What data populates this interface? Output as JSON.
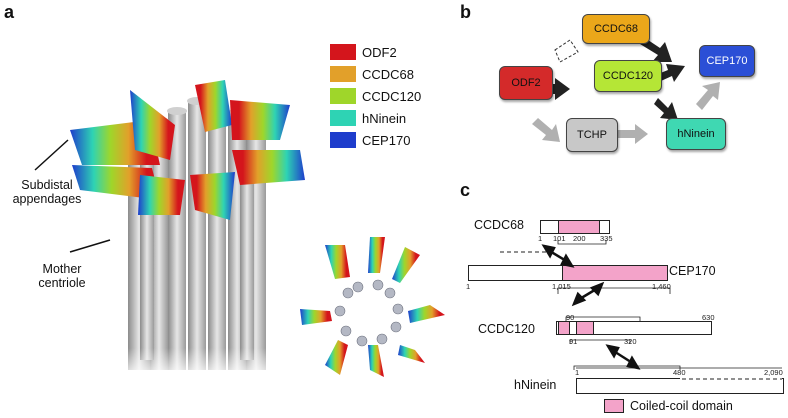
{
  "panels": {
    "a": "a",
    "b": "b",
    "c": "c"
  },
  "panel_a": {
    "legend": [
      {
        "label": "ODF2",
        "color": "#d4151c"
      },
      {
        "label": "CCDC68",
        "color": "#e2a02a"
      },
      {
        "label": "CCDC120",
        "color": "#9fd62a"
      },
      {
        "label": "hNinein",
        "color": "#2ed3b4"
      },
      {
        "label": "CEP170",
        "color": "#1e3dcc"
      }
    ],
    "labels": {
      "subdistal_line1": "Subdistal",
      "subdistal_line2": "appendages",
      "mother_line1": "Mother",
      "mother_line2": "centriole"
    }
  },
  "panel_b": {
    "nodes": {
      "odf2": {
        "label": "ODF2",
        "color": "#d42a2a"
      },
      "ccdc68": {
        "label": "CCDC68",
        "color": "#eba71a"
      },
      "ccdc120": {
        "label": "CCDC120",
        "color": "#b5e636"
      },
      "cep170": {
        "label": "CEP170",
        "color": "#2b4fd6"
      },
      "tchp": {
        "label": "TCHP",
        "color": "#c8c8c8"
      },
      "hninein": {
        "label": "hNinein",
        "color": "#3fd8b2"
      }
    }
  },
  "panel_c": {
    "proteins": {
      "ccdc68": "CCDC68",
      "cep170": "CEP170",
      "ccdc120": "CCDC120",
      "hninein": "hNinein"
    },
    "ticks": {
      "ccdc68": [
        "1",
        "101",
        "200",
        "335"
      ],
      "cep170": [
        "1",
        "1,015",
        "1,460"
      ],
      "ccdc120_top": [
        "90",
        "630"
      ],
      "ccdc120_bottom": [
        "91",
        "320"
      ],
      "hninein": [
        "1",
        "480",
        "2,090"
      ]
    },
    "legend_label": "Coiled-coil domain",
    "legend_color": "#f3a3c9"
  }
}
